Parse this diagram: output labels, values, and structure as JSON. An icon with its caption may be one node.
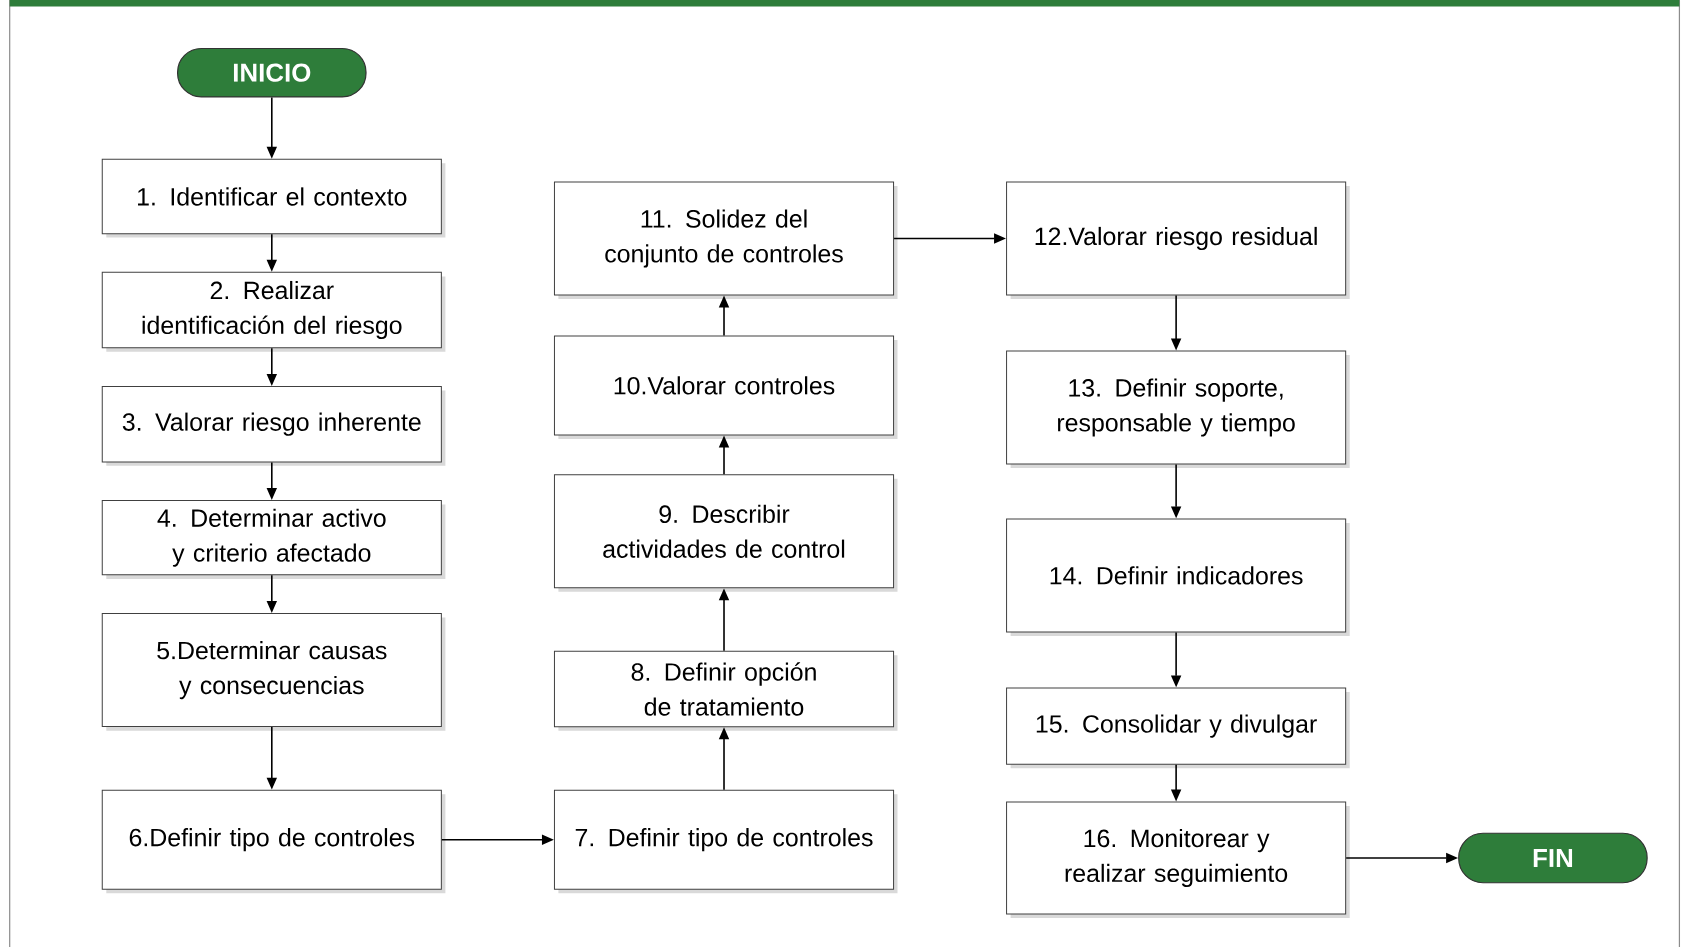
{
  "diagram": {
    "nodes": [
      {
        "text": [
          "INICIO"
        ]
      },
      {
        "text": [
          "1. Identificar el contexto"
        ]
      },
      {
        "text": [
          "2. Realizar identificación del riesgo"
        ]
      },
      {
        "text": [
          "3. Valorar riesgo inherente"
        ]
      },
      {
        "text": [
          "4. Determinar activo y criterio afectado"
        ]
      },
      {
        "text": [
          "5.Determinar causas y consecuencias"
        ]
      },
      {
        "text": [
          "6.Definir tipo de controles"
        ]
      },
      {
        "text": [
          "7. Definir tipo de controles"
        ]
      },
      {
        "text": [
          "8. Definir opción de tratamiento"
        ]
      },
      {
        "text": [
          "9. Describir actividades de control"
        ]
      },
      {
        "text": [
          "10.Valorar controles"
        ]
      },
      {
        "text": [
          "11. Solidez del conjunto de controles"
        ]
      },
      {
        "text": [
          "12.Valorar riesgo residual"
        ]
      },
      {
        "text": [
          "13. Definir soporte, responsable y tiempo"
        ]
      },
      {
        "text": [
          "14. Definir indicadores"
        ]
      },
      {
        "text": [
          "15. Consolidar y divulgar"
        ]
      },
      {
        "text": [
          "16. Monitorear y realizar seguimiento"
        ]
      },
      {
        "text": [
          "FIN"
        ]
      }
    ],
    "edges": [
      {
        "from": 0,
        "to": 1,
        "arrow": "to"
      },
      {
        "from": 1,
        "to": 2,
        "arrow": "to"
      },
      {
        "from": 2,
        "to": 3,
        "arrow": "to"
      },
      {
        "from": 3,
        "to": 4,
        "arrow": "to"
      },
      {
        "from": 4,
        "to": 5,
        "arrow": "to"
      },
      {
        "from": 5,
        "to": 6,
        "arrow": "to"
      },
      {
        "from": 6,
        "to": 7,
        "arrow": "to"
      },
      {
        "from": 7,
        "to": 8,
        "arrow": "to"
      },
      {
        "from": 8,
        "to": 9,
        "arrow": "to"
      },
      {
        "from": 9,
        "to": 10,
        "arrow": "to"
      },
      {
        "from": 10,
        "to": 11,
        "arrow": "to"
      },
      {
        "from": 11,
        "to": 12,
        "arrow": "to"
      },
      {
        "from": 12,
        "to": 13,
        "arrow": "to"
      },
      {
        "from": 13,
        "to": 14,
        "arrow": "to"
      },
      {
        "from": 14,
        "to": 15,
        "arrow": "to"
      },
      {
        "from": 15,
        "to": 16,
        "arrow": "to"
      },
      {
        "from": 16,
        "to": 17,
        "arrow": "to"
      }
    ]
  }
}
